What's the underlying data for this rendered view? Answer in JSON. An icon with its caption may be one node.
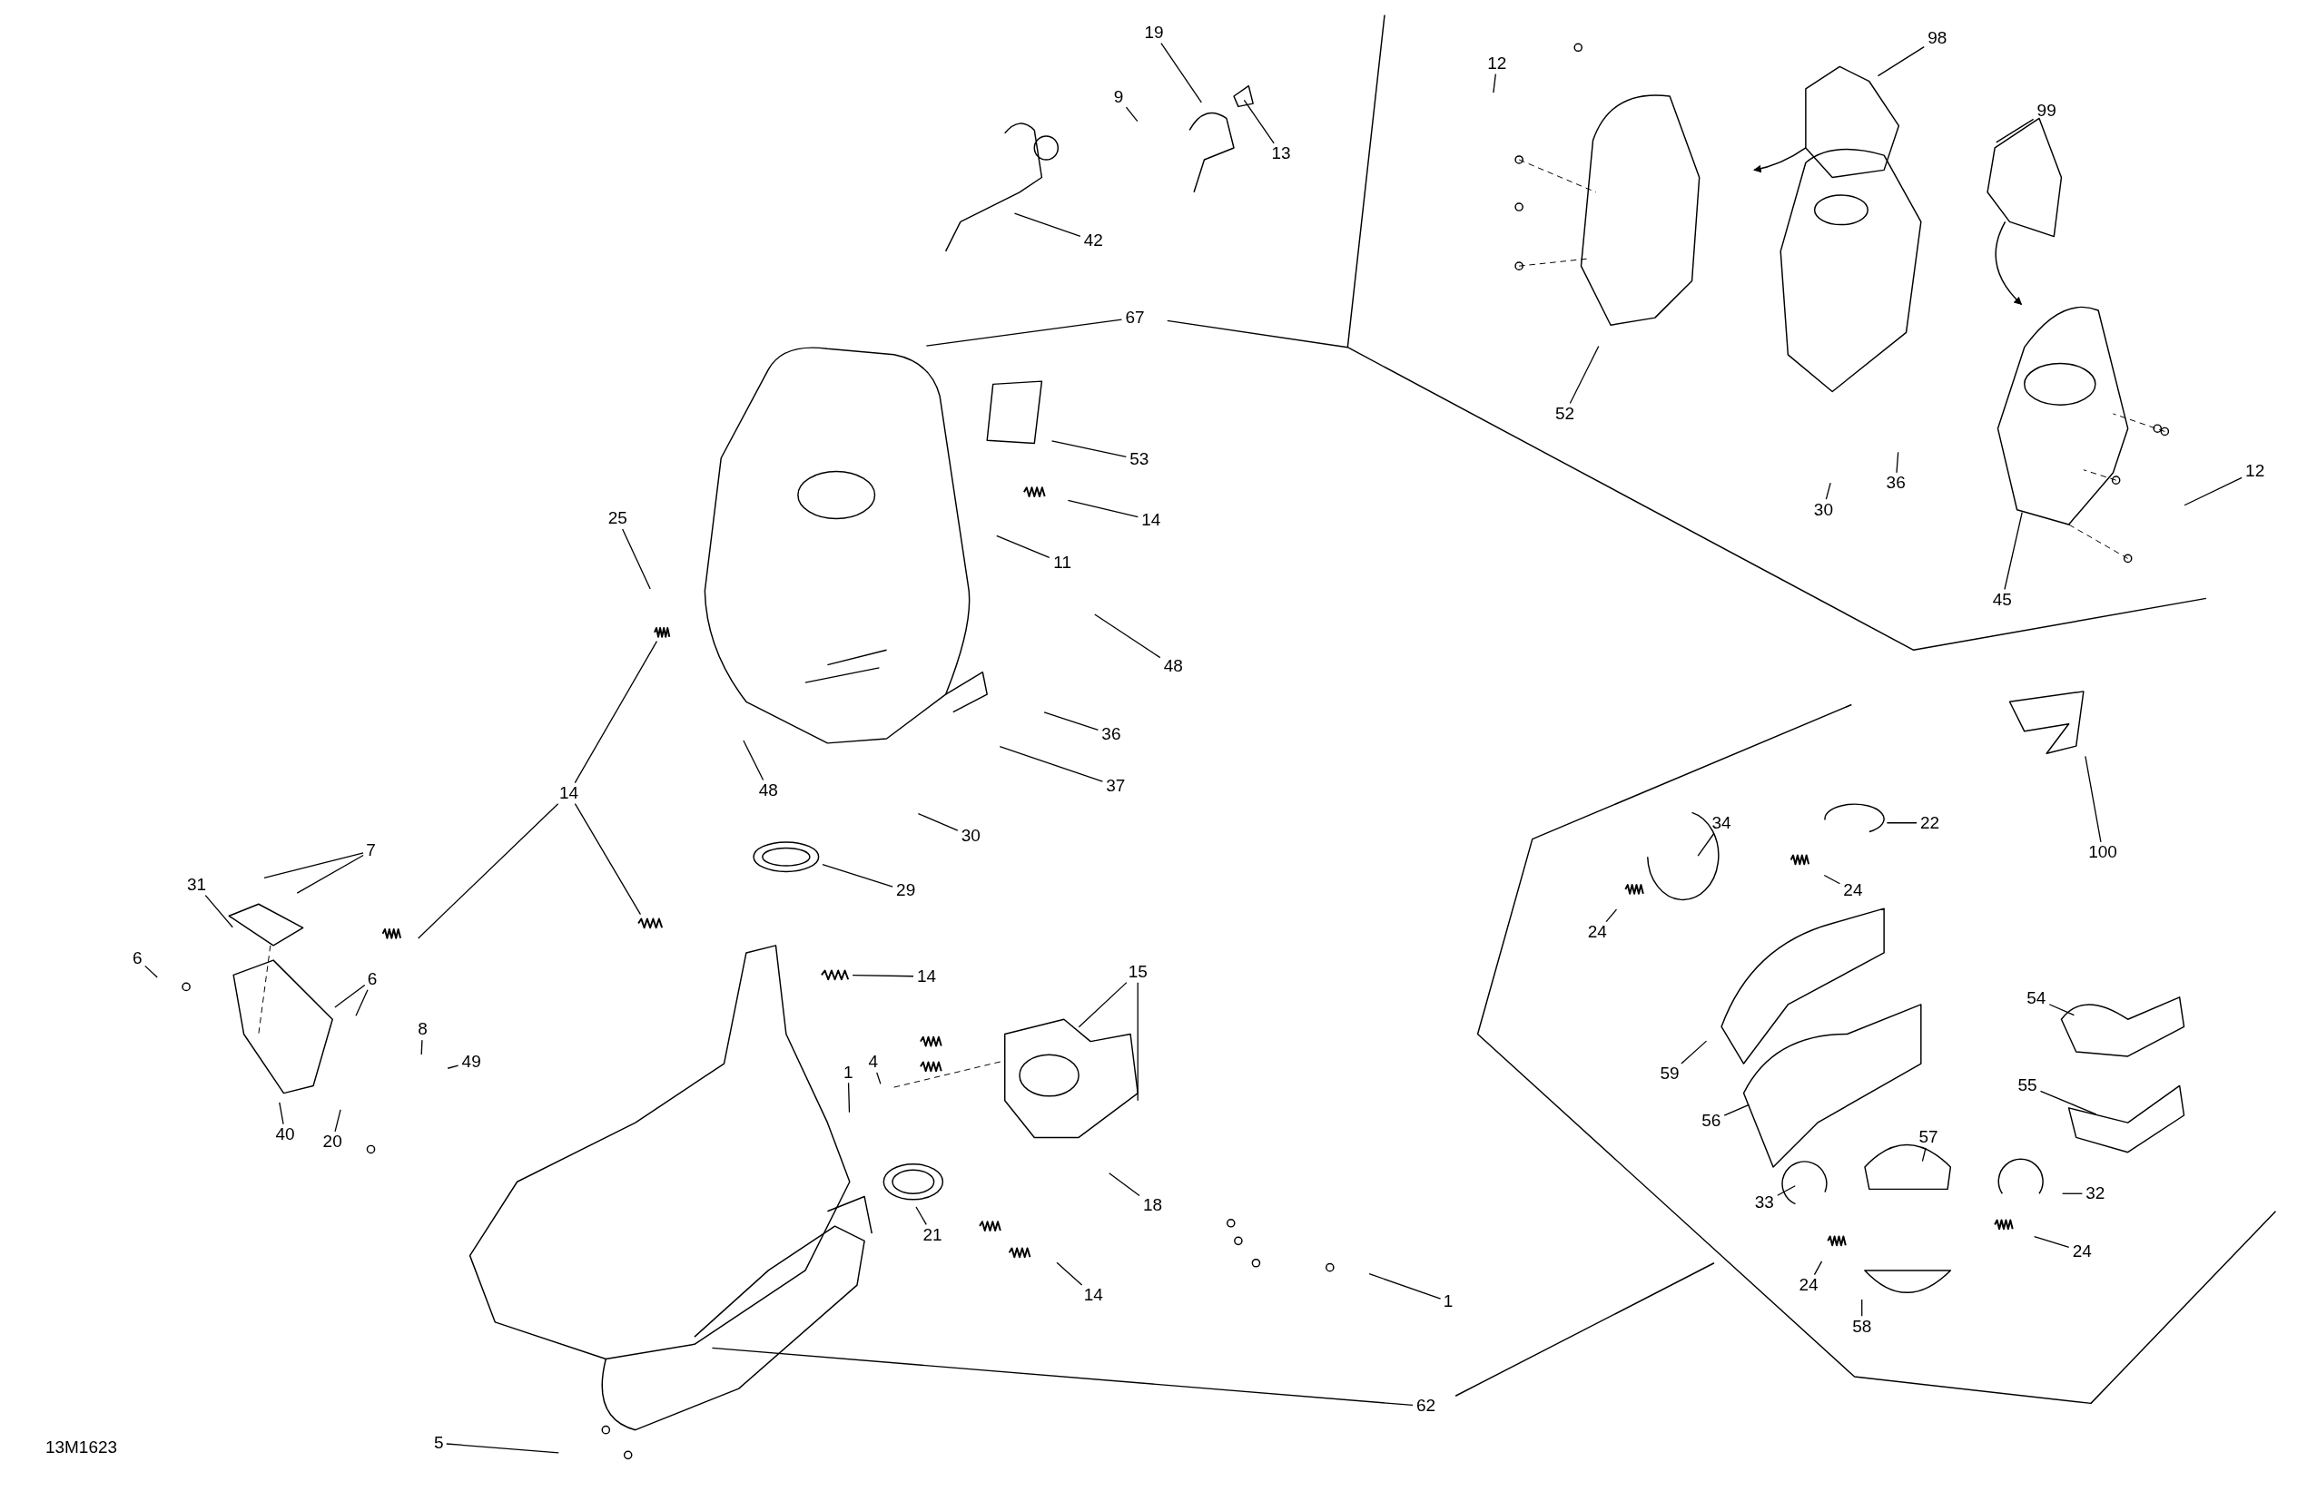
{
  "diagram": {
    "nodes": [
      {
        "text": [
          "19"
        ]
      },
      {
        "text": [
          "98"
        ]
      },
      {
        "text": [
          "12"
        ]
      },
      {
        "text": [
          "9"
        ]
      },
      {
        "text": [
          "99"
        ]
      },
      {
        "text": [
          "13"
        ]
      },
      {
        "text": [
          "42"
        ]
      },
      {
        "text": [
          "67"
        ]
      },
      {
        "text": [
          "52"
        ]
      },
      {
        "text": [
          "53"
        ]
      },
      {
        "text": [
          "12"
        ]
      },
      {
        "text": [
          "36"
        ]
      },
      {
        "text": [
          "30"
        ]
      },
      {
        "text": [
          "14"
        ]
      },
      {
        "text": [
          "25"
        ]
      },
      {
        "text": [
          "11"
        ]
      },
      {
        "text": [
          "45"
        ]
      },
      {
        "text": [
          "48"
        ]
      },
      {
        "text": [
          "36"
        ]
      },
      {
        "text": [
          "37"
        ]
      },
      {
        "text": [
          "48"
        ]
      },
      {
        "text": [
          "14"
        ]
      },
      {
        "text": [
          "22"
        ]
      },
      {
        "text": [
          "34"
        ]
      },
      {
        "text": [
          "30"
        ]
      },
      {
        "text": [
          "7"
        ]
      },
      {
        "text": [
          "100"
        ]
      },
      {
        "text": [
          "31"
        ]
      },
      {
        "text": [
          "24"
        ]
      },
      {
        "text": [
          "29"
        ]
      },
      {
        "text": [
          "24"
        ]
      },
      {
        "text": [
          "6"
        ]
      },
      {
        "text": [
          "14"
        ]
      },
      {
        "text": [
          "15"
        ]
      },
      {
        "text": [
          "6"
        ]
      },
      {
        "text": [
          "54"
        ]
      },
      {
        "text": [
          "8"
        ]
      },
      {
        "text": [
          "4"
        ]
      },
      {
        "text": [
          "49"
        ]
      },
      {
        "text": [
          "1"
        ]
      },
      {
        "text": [
          "59"
        ]
      },
      {
        "text": [
          "55"
        ]
      },
      {
        "text": [
          "56"
        ]
      },
      {
        "text": [
          "40"
        ]
      },
      {
        "text": [
          "20"
        ]
      },
      {
        "text": [
          "57"
        ]
      },
      {
        "text": [
          "32"
        ]
      },
      {
        "text": [
          "33"
        ]
      },
      {
        "text": [
          "18"
        ]
      },
      {
        "text": [
          "21"
        ]
      },
      {
        "text": [
          "24"
        ]
      },
      {
        "text": [
          "24"
        ]
      },
      {
        "text": [
          "14"
        ]
      },
      {
        "text": [
          "1"
        ]
      },
      {
        "text": [
          "58"
        ]
      },
      {
        "text": [
          "62"
        ]
      },
      {
        "text": [
          "5"
        ]
      }
    ],
    "edges": [
      {
        "from": 0,
        "to": null,
        "arrow": "none"
      },
      {
        "from": 1,
        "to": null,
        "arrow": "none"
      },
      {
        "from": 2,
        "to": null,
        "arrow": "none"
      },
      {
        "from": 3,
        "to": null,
        "arrow": "none"
      },
      {
        "from": 4,
        "to": null,
        "arrow": "none"
      },
      {
        "from": 5,
        "to": null,
        "arrow": "none"
      },
      {
        "from": 6,
        "to": null,
        "arrow": "none"
      },
      {
        "from": 7,
        "to": null,
        "arrow": "none"
      },
      {
        "from": 8,
        "to": null,
        "arrow": "none"
      },
      {
        "from": 9,
        "to": null,
        "arrow": "none"
      },
      {
        "from": 10,
        "to": null,
        "arrow": "none"
      },
      {
        "from": 11,
        "to": null,
        "arrow": "none"
      },
      {
        "from": 12,
        "to": null,
        "arrow": "none"
      },
      {
        "from": 13,
        "to": null,
        "arrow": "none"
      },
      {
        "from": 14,
        "to": null,
        "arrow": "none"
      },
      {
        "from": 15,
        "to": null,
        "arrow": "none"
      },
      {
        "from": 16,
        "to": null,
        "arrow": "none"
      },
      {
        "from": 17,
        "to": null,
        "arrow": "none"
      },
      {
        "from": 18,
        "to": null,
        "arrow": "none"
      },
      {
        "from": 19,
        "to": null,
        "arrow": "none"
      },
      {
        "from": 20,
        "to": null,
        "arrow": "none"
      },
      {
        "from": 21,
        "to": null,
        "arrow": "none"
      },
      {
        "from": 21,
        "to": null,
        "arrow": "none"
      },
      {
        "from": 21,
        "to": null,
        "arrow": "none"
      },
      {
        "from": 22,
        "to": null,
        "arrow": "none"
      },
      {
        "from": 23,
        "to": null,
        "arrow": "none"
      },
      {
        "from": 24,
        "to": null,
        "arrow": "none"
      },
      {
        "from": 25,
        "to": null,
        "arrow": "none"
      },
      {
        "from": 25,
        "to": null,
        "arrow": "none"
      },
      {
        "from": 26,
        "to": null,
        "arrow": "none"
      },
      {
        "from": 27,
        "to": null,
        "arrow": "none"
      },
      {
        "from": 28,
        "to": null,
        "arrow": "none"
      },
      {
        "from": 29,
        "to": null,
        "arrow": "none"
      },
      {
        "from": 30,
        "to": null,
        "arrow": "none"
      },
      {
        "from": 31,
        "to": null,
        "arrow": "none"
      },
      {
        "from": 32,
        "to": null,
        "arrow": "none"
      },
      {
        "from": 33,
        "to": null,
        "arrow": "none"
      },
      {
        "from": 33,
        "to": null,
        "arrow": "none"
      },
      {
        "from": 34,
        "to": null,
        "arrow": "none"
      },
      {
        "from": 34,
        "to": null,
        "arrow": "none"
      },
      {
        "from": 35,
        "to": null,
        "arrow": "none"
      },
      {
        "from": 36,
        "to": null,
        "arrow": "none"
      },
      {
        "from": 37,
        "to": null,
        "arrow": "none"
      },
      {
        "from": 38,
        "to": null,
        "arrow": "none"
      },
      {
        "from": 39,
        "to": null,
        "arrow": "none"
      },
      {
        "from": 40,
        "to": null,
        "arrow": "none"
      },
      {
        "from": 41,
        "to": null,
        "arrow": "none"
      },
      {
        "from": 42,
        "to": null,
        "arrow": "none"
      },
      {
        "from": 43,
        "to": null,
        "arrow": "none"
      },
      {
        "from": 44,
        "to": null,
        "arrow": "none"
      },
      {
        "from": 45,
        "to": null,
        "arrow": "none"
      },
      {
        "from": 46,
        "to": null,
        "arrow": "none"
      },
      {
        "from": 47,
        "to": null,
        "arrow": "none"
      },
      {
        "from": 48,
        "to": null,
        "arrow": "none"
      },
      {
        "from": 49,
        "to": null,
        "arrow": "none"
      },
      {
        "from": 50,
        "to": null,
        "arrow": "none"
      },
      {
        "from": 51,
        "to": null,
        "arrow": "none"
      },
      {
        "from": 52,
        "to": null,
        "arrow": "none"
      },
      {
        "from": 53,
        "to": null,
        "arrow": "none"
      },
      {
        "from": 54,
        "to": null,
        "arrow": "none"
      },
      {
        "from": 55,
        "to": null,
        "arrow": "none"
      },
      {
        "from": 56,
        "to": null,
        "arrow": "none"
      }
    ],
    "labels": [
      "13M1623"
    ]
  }
}
